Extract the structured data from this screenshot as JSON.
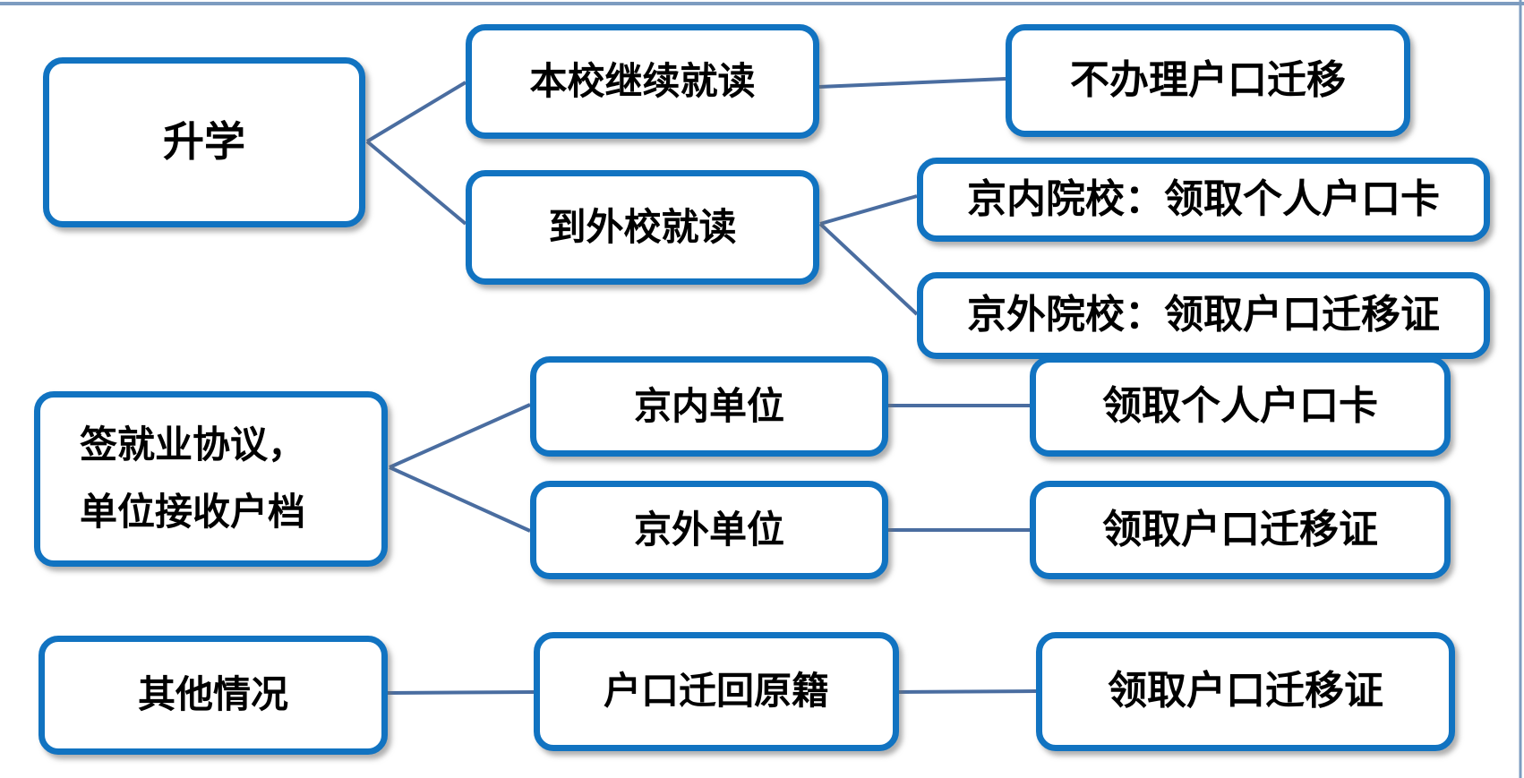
{
  "diagram": {
    "title_hint": "户口迁移流程图 (household registration transfer flowchart)",
    "colors": {
      "box-border": "#1173c1",
      "connector": "#4a6da0",
      "frame": "#7d9cc0",
      "bg": "#ffffff",
      "text": "#000000"
    },
    "nodes": {
      "shengxue": {
        "label": "升学"
      },
      "benxiao": {
        "label": "本校继续就读"
      },
      "daowaixiao": {
        "label": "到外校就读"
      },
      "buban": {
        "label": "不办理户口迁移"
      },
      "jingnei_yuanxiao": {
        "label": "京内院校：领取个人户口卡"
      },
      "jingwai_yuanxiao": {
        "label": "京外院校：领取户口迁移证"
      },
      "qianjiuye": {
        "line1": "签就业协议，",
        "line2": "单位接收户档"
      },
      "jingnei_danwei": {
        "label": "京内单位"
      },
      "jingwai_danwei": {
        "label": "京外单位"
      },
      "lingqu_card": {
        "label": "领取个人户口卡"
      },
      "lingqu_zheng_row2": {
        "label": "领取户口迁移证"
      },
      "qita": {
        "label": "其他情况"
      },
      "huiqian": {
        "label": "户口迁回原籍"
      },
      "lingqu_zheng_row3": {
        "label": "领取户口迁移证"
      }
    },
    "edges": [
      {
        "from": "升学",
        "to": "本校继续就读"
      },
      {
        "from": "升学",
        "to": "到外校就读"
      },
      {
        "from": "本校继续就读",
        "to": "不办理户口迁移"
      },
      {
        "from": "到外校就读",
        "to": "京内院校：领取个人户口卡"
      },
      {
        "from": "到外校就读",
        "to": "京外院校：领取户口迁移证"
      },
      {
        "from": "签就业协议，单位接收户档",
        "to": "京内单位"
      },
      {
        "from": "签就业协议，单位接收户档",
        "to": "京外单位"
      },
      {
        "from": "京内单位",
        "to": "领取个人户口卡"
      },
      {
        "from": "京外单位",
        "to": "领取户口迁移证"
      },
      {
        "from": "其他情况",
        "to": "户口迁回原籍"
      },
      {
        "from": "户口迁回原籍",
        "to": "领取户口迁移证"
      }
    ]
  }
}
